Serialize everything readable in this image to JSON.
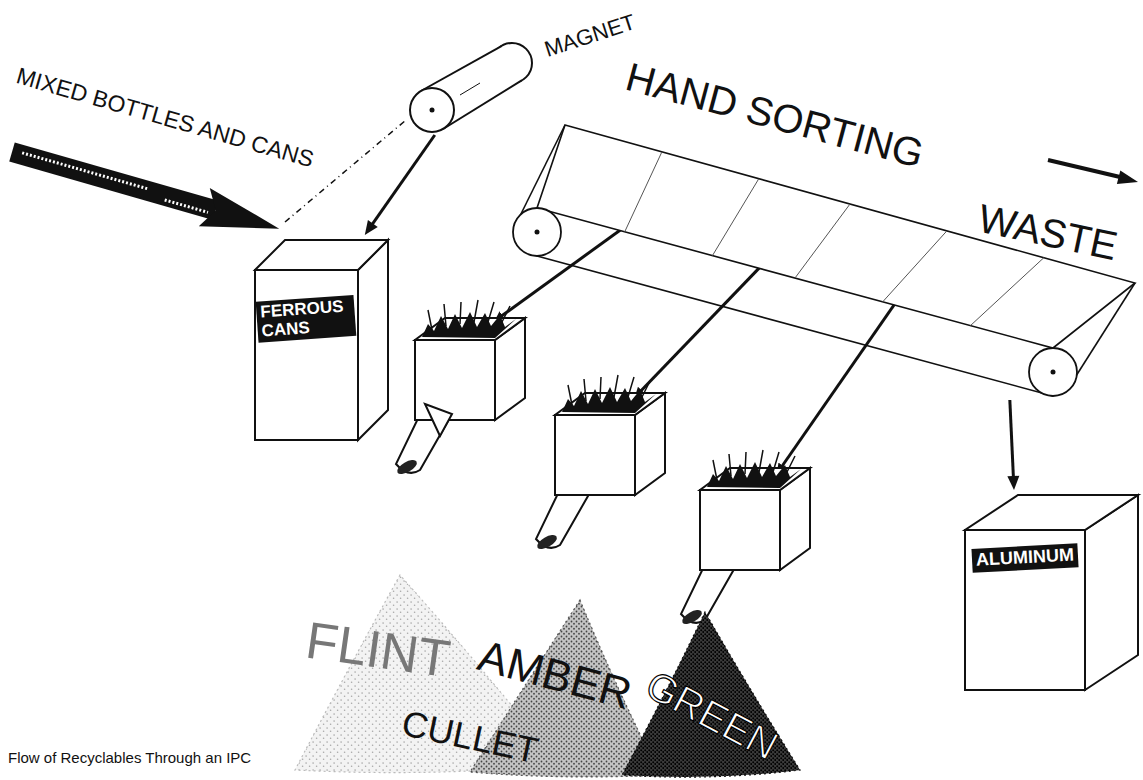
{
  "diagram": {
    "caption": "Flow of Recyclables Through an IPC",
    "nodes": [
      {
        "text": [
          "MAGNET"
        ]
      },
      {
        "text": [
          "HAND SORTING"
        ]
      },
      {
        "text": [
          "FERROUS CANS"
        ]
      },
      {
        "text": [
          "ALUMINUM"
        ]
      },
      {
        "text": [
          "FLINT"
        ]
      },
      {
        "text": [
          "AMBER"
        ]
      },
      {
        "text": [
          "GREEN"
        ]
      }
    ],
    "edges": [
      {
        "from": 0,
        "to": 2,
        "arrow": "to"
      },
      {
        "from": 1,
        "to": 3,
        "arrow": "to"
      }
    ],
    "labels": [
      "MIXED BOTTLES AND CANS",
      "WASTE",
      "CULLET"
    ]
  }
}
